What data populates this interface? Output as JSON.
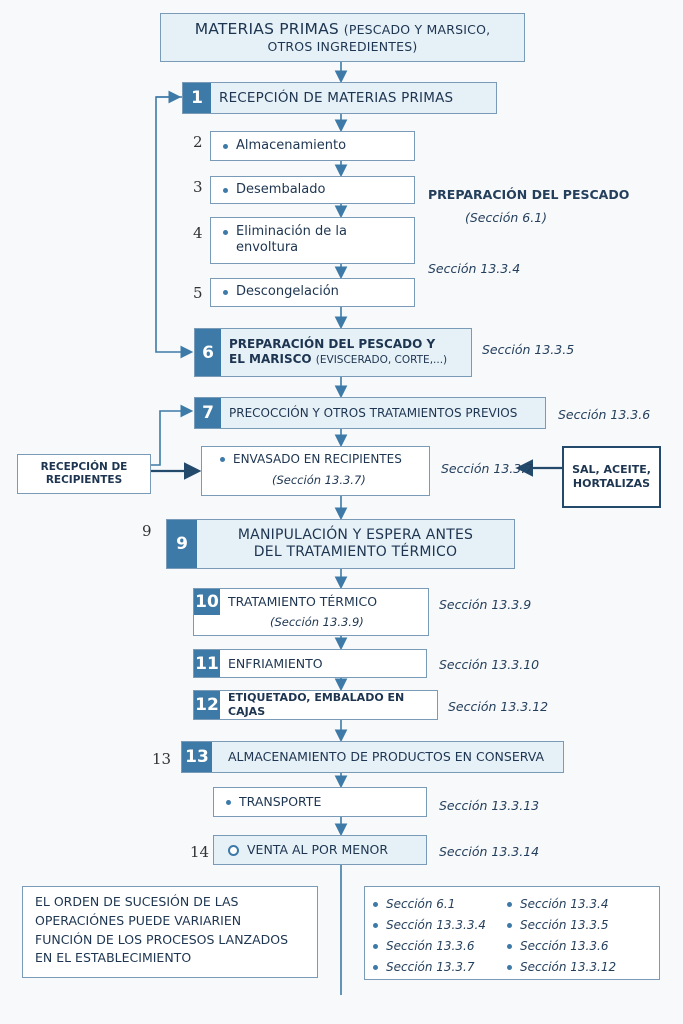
{
  "top": {
    "title": "MATERIAS PRIMAS",
    "title_small": "(PESCADO Y MARSICO,",
    "line2": "OTROS INGREDIENTES)"
  },
  "steps": {
    "s1": {
      "num": "1",
      "label": "RECEPCIÓN DE MATERIAS PRIMAS"
    },
    "s2": {
      "num": "2",
      "label": "Almacenamiento"
    },
    "s3": {
      "num": "3",
      "label": "Desembalado"
    },
    "s4": {
      "num": "4",
      "label": "Eliminación de la envoltura"
    },
    "s5": {
      "num": "5",
      "label": "Descongelación"
    },
    "s6": {
      "num": "6",
      "line1": "PREPARACIÓN DEL PESCADO Y",
      "line2": "EL MARISCO",
      "line2_small": "(EVISCERADO, CORTE,...)"
    },
    "s7": {
      "num": "7",
      "label": "PRECOCCIÓN Y OTROS TRATAMIENTOS PREVIOS"
    },
    "s8": {
      "label": "ENVASADO EN RECIPIENTES",
      "sub": "(Sección 13.3.7)"
    },
    "s9": {
      "num": "9",
      "outnum": "9",
      "line1": "MANIPULACIÓN Y ESPERA ANTES",
      "line2": "DEL TRATAMIENTO TÉRMICO"
    },
    "s10": {
      "num": "10",
      "label": "TRATAMIENTO TÉRMICO",
      "sub": "(Sección 13.3.9)"
    },
    "s11": {
      "num": "11",
      "label": "ENFRIAMIENTO"
    },
    "s12": {
      "num": "12",
      "label": "ETIQUETADO, EMBALADO EN CAJAS"
    },
    "s13": {
      "num": "13",
      "outnum": "13",
      "label": "ALMACENAMIENTO DE PRODUCTOS EN CONSERVA"
    },
    "s_transport": {
      "label": "TRANSPORTE"
    },
    "s14": {
      "outnum": "14",
      "label": "VENTA AL POR MENOR"
    }
  },
  "side_boxes": {
    "recepcion": {
      "line1": "RECEPCIÓN DE",
      "line2": "RECIPIENTES"
    },
    "sal": {
      "line1": "SAL, ACEITE,",
      "line2": "HORTALIZAS"
    }
  },
  "annotations": {
    "prep_title": "PREPARACIÓN DEL PESCADO",
    "prep_sec": "(Sección 6.1)",
    "a4": "Sección 13.3.4",
    "a6": "Sección 13.3.5",
    "a7": "Sección 13.3.6",
    "a8": "Sección 13.3.7",
    "a10": "Sección 13.3.9",
    "a11": "Sección 13.3.10",
    "a12": "Sección 13.3.12",
    "a_transport": "Sección 13.3.13",
    "a14": "Sección 13.3.14"
  },
  "note": {
    "line1": "EL ORDEN DE SUCESIÓN DE LAS",
    "line2": "OPERACIÓNES PUEDE VARIARIEN",
    "line3": "FUNCIÓN DE LOS PROCESOS LANZADOS",
    "line4": "EN EL ESTABLECIMIENTO"
  },
  "legend": {
    "c1": [
      "Sección 6.1",
      "Sección 13.3.3.4",
      "Sección 13.3.6",
      "Sección 13.3.7"
    ],
    "c2": [
      "Sección 13.3.4",
      "Sección 13.3.5",
      "Sección 13.3.6",
      "Sección 13.3.12"
    ]
  }
}
